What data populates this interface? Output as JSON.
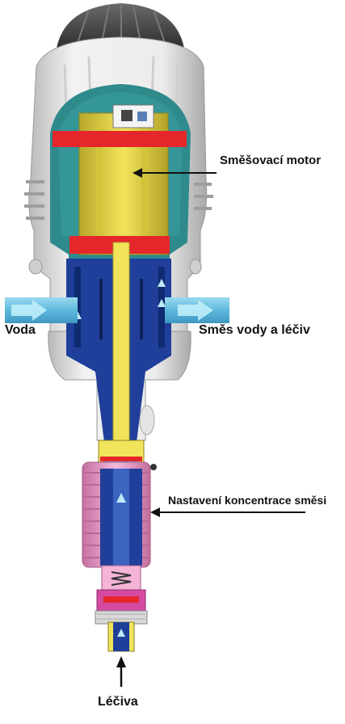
{
  "labels": {
    "motor": "Směšovací motor",
    "water": "Voda",
    "mix": "Směs vody a léčiv",
    "concentration": "Nastavení koncentrace směsi",
    "drugs": "Léčiva"
  },
  "colors": {
    "cap": "#4a4a4a",
    "housing": "#e6e6e6",
    "housing_shadow": "#bdbdbd",
    "teal": "#2f8a8c",
    "motor_yellow": "#e3d23a",
    "seal_red": "#e5262b",
    "flow_blue": "#1f3f9a",
    "water_blue": "#6fc6e6",
    "bellows_pink": "#e9a0cf",
    "label_text": "#111111",
    "arrow": "#111111"
  }
}
